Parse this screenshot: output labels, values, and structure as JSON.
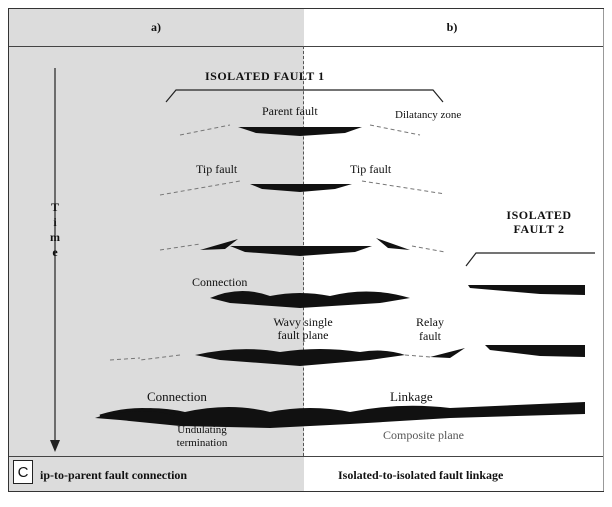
{
  "columns": {
    "a": "a)",
    "b": "b)"
  },
  "footer": {
    "left": "ip-to-parent fault connection",
    "right": "Isolated-to-isolated fault linkage",
    "box_letter": "C"
  },
  "time_axis": [
    "T",
    "i",
    "m",
    "e"
  ],
  "labels": {
    "isolated_fault_1": "ISOLATED FAULT 1",
    "isolated_fault_2_line1": "ISOLATED",
    "isolated_fault_2_line2": "FAULT 2",
    "parent_fault": "Parent fault",
    "dilatancy_zone": "Dilatancy zone",
    "tip_fault_left": "Tip fault",
    "tip_fault_right": "Tip fault",
    "connection_upper": "Connection",
    "wavy_single_line1": "Wavy single",
    "wavy_single_line2": "fault plane",
    "relay_line1": "Relay",
    "relay_line2": "fault",
    "connection_lower": "Connection",
    "linkage": "Linkage",
    "undulating_line1": "Undulating",
    "undulating_line2": "termination",
    "composite_plane": "Composite plane"
  },
  "colors": {
    "panel_a_bg": "#dcdcdc",
    "panel_b_bg": "#ffffff",
    "fault_fill": "#111111"
  }
}
